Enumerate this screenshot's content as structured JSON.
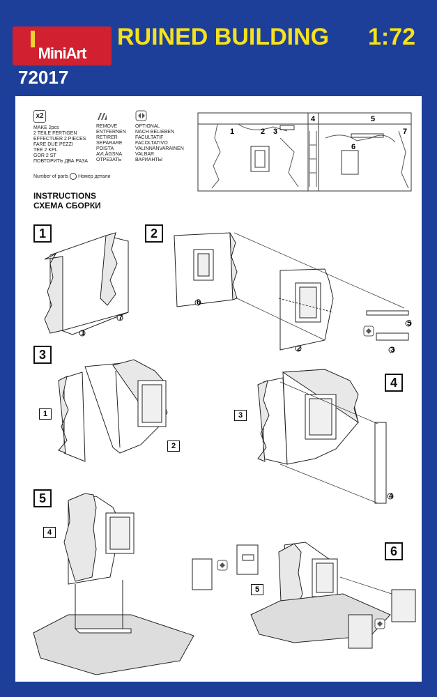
{
  "brand": {
    "logo": "MiniArt"
  },
  "header": {
    "title": "RUINED BUILDING",
    "scale": "1:72",
    "code": "72017"
  },
  "legend": {
    "make2": {
      "icon": "x2",
      "lines": [
        "MAKE 2pcs",
        "2 TEILE FERTIGEN",
        "EFFECTUER 2 PIECES",
        "FARE DUE PEZZI",
        "TEE 2 KPL",
        "GOR 2 ST",
        "ПОВТОРИТЬ ДВА РАЗА"
      ]
    },
    "remove": {
      "icon": "cut-icon",
      "lines": [
        "REMOVE",
        "ENTFERNEN",
        "RETIRER",
        "SEPARARE",
        "POISTA",
        "AVLÄGSNA",
        "ОТРЕЗАТЬ"
      ]
    },
    "optional": {
      "icon": "optional-icon",
      "lines": [
        "OPTIONAL",
        "NACH BELIEBEN",
        "FACULTATIF",
        "FACOLTATIVO",
        "VALINNANVARAINEN",
        "VALBAR",
        "ВАРИАНТЫ"
      ]
    },
    "parts_note_left": "Number of parts",
    "parts_note_right": "Номер детали"
  },
  "instructions": {
    "line1": "INSTRUCTIONS",
    "line2": "СХЕМА СБОРКИ"
  },
  "sprue_numbers": [
    "1",
    "2",
    "3",
    "4",
    "5",
    "6",
    "7"
  ],
  "steps": [
    "1",
    "2",
    "3",
    "4",
    "5",
    "6"
  ],
  "part_labels": {
    "s1_a": "1",
    "s1_b": "7",
    "s2_a": "6",
    "s2_b": "2",
    "s2_c": "5",
    "s2_d": "3",
    "s3_a": "1",
    "s3_b": "2",
    "s4_a": "3",
    "s4_b": "4",
    "s5_a": "4",
    "s6_a": "5"
  },
  "colors": {
    "background": "#1d3f9a",
    "title": "#f6e21c",
    "logo": "#d1202f"
  }
}
